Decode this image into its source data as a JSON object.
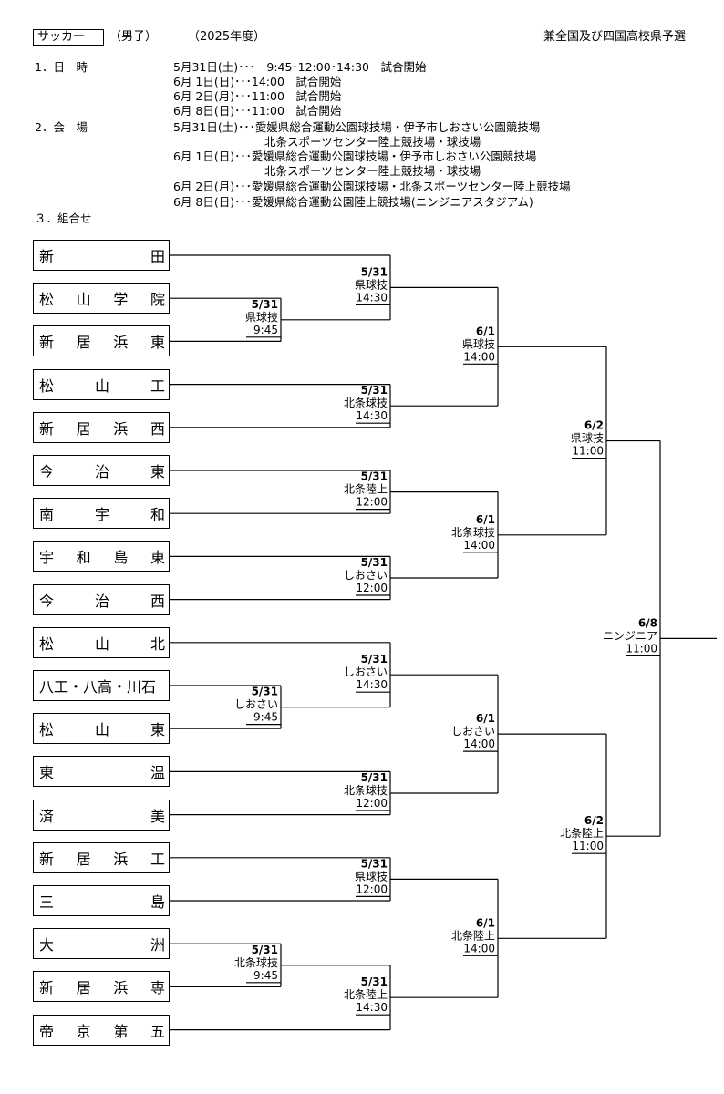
{
  "header": {
    "sport": "サッカー",
    "gender": "（男子）",
    "year": "（2025年度）",
    "competition": "兼全国及び四国高校県予選"
  },
  "info": {
    "schedule_label": "1．日　時",
    "schedule_lines": [
      "5月31日(土)･･･　9:45･12:00･14:30　試合開始",
      "6月 1日(日)･･･14:00　試合開始",
      "6月 2日(月)･･･11:00　試合開始",
      "6月 8日(日)･･･11:00　試合開始"
    ],
    "venue_label": "2．会　場",
    "venue_lines": [
      "5月31日(土)･･･愛媛県総合運動公園球技場・伊予市しおさい公園競技場",
      "北条スポーツセンター陸上競技場・球技場",
      "6月 1日(日)･･･愛媛県総合運動公園球技場・伊予市しおさい公園競技場",
      "北条スポーツセンター陸上競技場・球技場",
      "6月 2日(月)･･･愛媛県総合運動公園球技場・北条スポーツセンター陸上競技場",
      "6月 8日(日)･･･愛媛県総合運動公園陸上競技場(ニンジニアスタジアム)"
    ],
    "bracket_label": "３．組合せ"
  },
  "teams": [
    [
      "新",
      "田"
    ],
    [
      "松",
      "山",
      "学",
      "院"
    ],
    [
      "新",
      "居",
      "浜",
      "東"
    ],
    [
      "松",
      "山",
      "工"
    ],
    [
      "新",
      "居",
      "浜",
      "西"
    ],
    [
      "今",
      "治",
      "東"
    ],
    [
      "南",
      "宇",
      "和"
    ],
    [
      "宇",
      "和",
      "島",
      "東"
    ],
    [
      "今",
      "治",
      "西"
    ],
    [
      "松",
      "山",
      "北"
    ],
    [
      "八工・八高・川石"
    ],
    [
      "松",
      "山",
      "東"
    ],
    [
      "東",
      "温"
    ],
    [
      "済",
      "美"
    ],
    [
      "新",
      "居",
      "浜",
      "工"
    ],
    [
      "三",
      "島"
    ],
    [
      "大",
      "洲"
    ],
    [
      "新",
      "居",
      "浜",
      "専"
    ],
    [
      "帝",
      "京",
      "第",
      "五"
    ]
  ],
  "matches": {
    "r0_a": {
      "date": "5/31",
      "venue": "県球技",
      "time": "9:45"
    },
    "r0_b": {
      "date": "5/31",
      "venue": "しおさい",
      "time": "9:45"
    },
    "r0_c": {
      "date": "5/31",
      "venue": "北条球技",
      "time": "9:45"
    },
    "r1_1": {
      "date": "5/31",
      "venue": "県球技",
      "time": "14:30"
    },
    "r1_2": {
      "date": "5/31",
      "venue": "北条球技",
      "time": "14:30"
    },
    "r1_3": {
      "date": "5/31",
      "venue": "北条陸上",
      "time": "12:00"
    },
    "r1_4": {
      "date": "5/31",
      "venue": "しおさい",
      "time": "12:00"
    },
    "r1_5": {
      "date": "5/31",
      "venue": "しおさい",
      "time": "14:30"
    },
    "r1_6": {
      "date": "5/31",
      "venue": "北条球技",
      "time": "12:00"
    },
    "r1_7": {
      "date": "5/31",
      "venue": "県球技",
      "time": "12:00"
    },
    "r1_8": {
      "date": "5/31",
      "venue": "北条陸上",
      "time": "14:30"
    },
    "r2_1": {
      "date": "6/1",
      "venue": "県球技",
      "time": "14:00"
    },
    "r2_2": {
      "date": "6/1",
      "venue": "北条球技",
      "time": "14:00"
    },
    "r2_3": {
      "date": "6/1",
      "venue": "しおさい",
      "time": "14:00"
    },
    "r2_4": {
      "date": "6/1",
      "venue": "北条陸上",
      "time": "14:00"
    },
    "r3_1": {
      "date": "6/2",
      "venue": "県球技",
      "time": "11:00"
    },
    "r3_2": {
      "date": "6/2",
      "venue": "北条陸上",
      "time": "11:00"
    },
    "final": {
      "date": "6/8",
      "venue": "ニンジニア",
      "time": "11:00"
    }
  }
}
